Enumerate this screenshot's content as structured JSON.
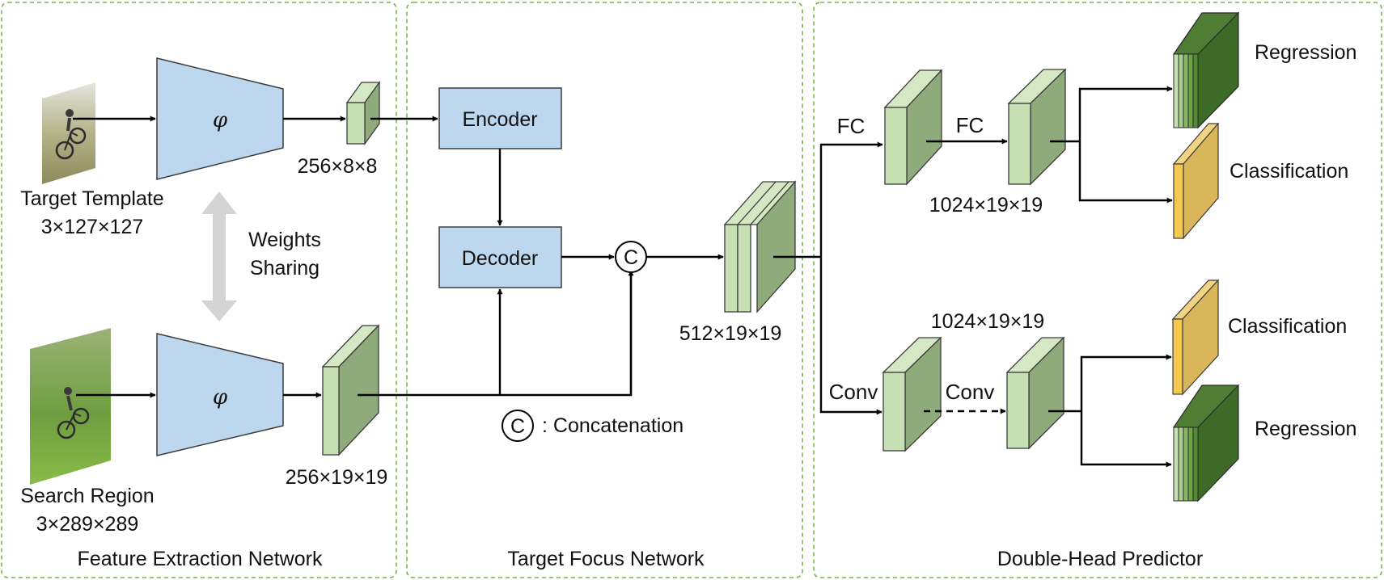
{
  "panels": {
    "feature_extraction": "Feature Extraction Network",
    "target_focus": "Target Focus Network",
    "double_head": "Double-Head Predictor"
  },
  "feature_extraction": {
    "template_label": "Target Template",
    "template_size": "3×127×127",
    "search_label": "Search Region",
    "search_size": "3×289×289",
    "weights_sharing_line1": "Weights",
    "weights_sharing_line2": "Sharing",
    "backbone_symbol": "φ",
    "template_feature_size": "256×8×8",
    "search_feature_size": "256×19×19"
  },
  "target_focus": {
    "encoder_label": "Encoder",
    "decoder_label": "Decoder",
    "concat_symbol": "C",
    "concat_legend": ": Concatenation",
    "output_size": "512×19×19"
  },
  "double_head": {
    "fc_label_1": "FC",
    "fc_label_2": "FC",
    "fc_feature_size": "1024×19×19",
    "conv_label_1": "Conv",
    "conv_label_2": "Conv",
    "conv_feature_size": "1024×19×19",
    "fc_regression": "Regression",
    "fc_classification": "Classification",
    "conv_classification": "Classification",
    "conv_regression": "Regression"
  },
  "colors": {
    "panel_border": "#7ab648",
    "backbone_fill": "#bdd7ee",
    "feature_light": "#c6e0b4",
    "feature_dark": "#8faa7b",
    "regression_dark": "#3d6b27",
    "classification_fill": "#d9b65a"
  }
}
